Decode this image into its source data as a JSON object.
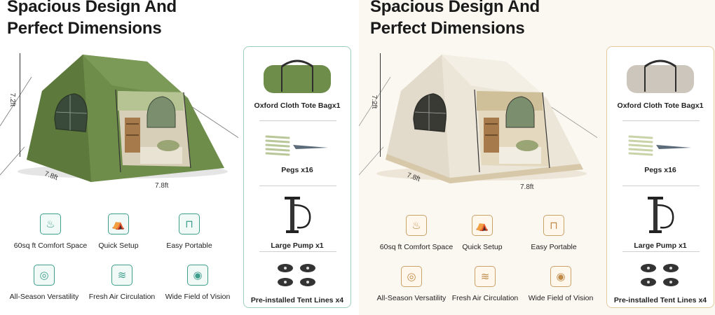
{
  "panels": [
    {
      "theme": "green",
      "title_line1": "Spacious Design And",
      "title_line2": "Perfect Dimensions",
      "dimensions": {
        "height": "7.2ft",
        "depth": "7.8ft",
        "width": "7.8ft"
      },
      "features": [
        {
          "label": "60sq ft Comfort Space",
          "icon": "steam-cup-icon"
        },
        {
          "label": "Quick Setup",
          "icon": "tent-icon"
        },
        {
          "label": "Easy Portable",
          "icon": "bag-icon"
        },
        {
          "label": "All-Season Versatility",
          "icon": "season-icon"
        },
        {
          "label": "Fresh Air Circulation",
          "icon": "airflow-icon"
        },
        {
          "label": "Wide Field of Vision",
          "icon": "eye-icon"
        }
      ],
      "accessories": [
        {
          "label": "Oxford Cloth Tote Bagx1",
          "icon": "tote-bag-icon"
        },
        {
          "label": "Pegs x16",
          "icon": "pegs-icon"
        },
        {
          "label": "Large Pump x1",
          "icon": "pump-icon"
        },
        {
          "label": "Pre-installed Tent Lines x4",
          "icon": "tent-lines-icon"
        }
      ],
      "colors": {
        "tent": "#6e8c4a",
        "accent": "#3f9e8c",
        "bag": "#6e8c4a"
      }
    },
    {
      "theme": "beige",
      "title_line1": "Spacious Design And",
      "title_line2": "Perfect Dimensions",
      "dimensions": {
        "height": "7.2ft",
        "depth": "7.8ft",
        "width": "7.8ft"
      },
      "features": [
        {
          "label": "60sq ft Comfort Space",
          "icon": "steam-cup-icon"
        },
        {
          "label": "Quick Setup",
          "icon": "tent-icon"
        },
        {
          "label": "Easy Portable",
          "icon": "bag-icon"
        },
        {
          "label": "All-Season Versatility",
          "icon": "season-icon"
        },
        {
          "label": "Fresh Air Circulation",
          "icon": "airflow-icon"
        },
        {
          "label": "Wide Field of Vision",
          "icon": "eye-icon"
        }
      ],
      "accessories": [
        {
          "label": "Oxford Cloth Tote Bagx1",
          "icon": "tote-bag-icon"
        },
        {
          "label": "Pegs x16",
          "icon": "pegs-icon"
        },
        {
          "label": "Large Pump x1",
          "icon": "pump-icon"
        },
        {
          "label": "Pre-installed Tent Lines x4",
          "icon": "tent-lines-icon"
        }
      ],
      "colors": {
        "tent": "#ece6d8",
        "accent": "#c08b48",
        "bag": "#cdc6bd"
      }
    }
  ]
}
